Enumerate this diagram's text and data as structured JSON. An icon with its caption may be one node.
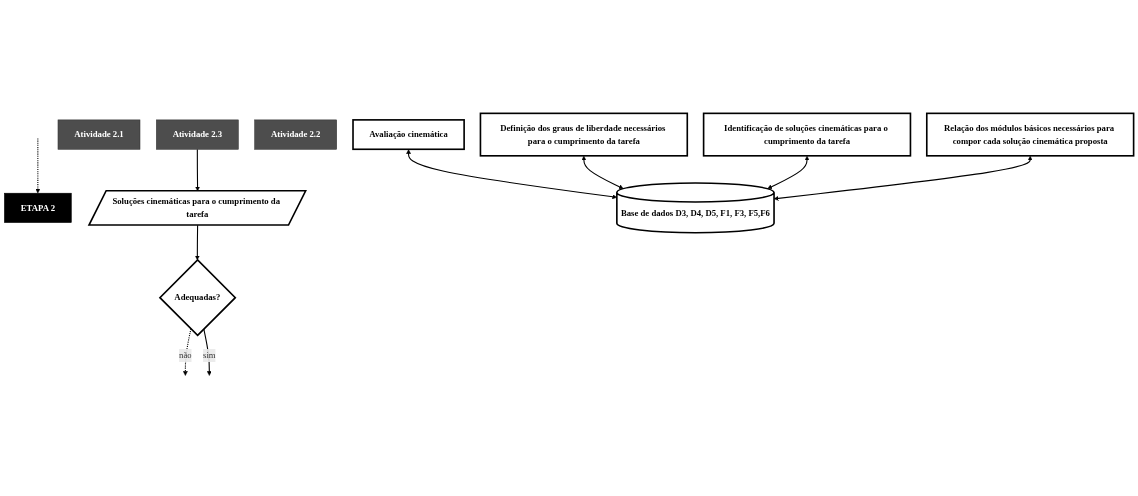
{
  "diagram": {
    "nodes": [
      {
        "text": [
          "ETAPA 2"
        ]
      },
      {
        "text": [
          "Avaliação cinemática"
        ]
      },
      {
        "text": [
          "Atividade 2.1"
        ]
      },
      {
        "text": [
          "Definição dos graus de liberdade necessários para o cumprimento da tarefa"
        ]
      },
      {
        "text": [
          "Atividade 2.2"
        ]
      },
      {
        "text": [
          "Identificação de soluções cinemáticas para o cumprimento da tarefa"
        ]
      },
      {
        "text": [
          "Atividade 2.3"
        ]
      },
      {
        "text": [
          "Relação dos módulos básicos necessários para compor cada solução cinemática proposta"
        ]
      },
      {
        "text": [
          "Soluções cinemáticas para o cumprimento da tarefa"
        ]
      },
      {
        "text": [
          "Adequadas?"
        ]
      },
      {
        "text": [
          "Base de dados D3, D4, D5, F1, F3, F5,F6"
        ]
      }
    ],
    "edges": [
      {
        "from": null,
        "to": 0,
        "arrow": "to",
        "style": "dashed"
      },
      {
        "from": 1,
        "to": 10,
        "arrow": "both"
      },
      {
        "from": 3,
        "to": 10,
        "arrow": "both"
      },
      {
        "from": 5,
        "to": 10,
        "arrow": "both"
      },
      {
        "from": 7,
        "to": 10,
        "arrow": "both"
      },
      {
        "from": 6,
        "to": 8,
        "arrow": "to"
      },
      {
        "from": 8,
        "to": 9,
        "arrow": "to"
      },
      {
        "from": 9,
        "to": null,
        "arrow": "to",
        "label": "não",
        "style": "dashed"
      },
      {
        "from": 9,
        "to": null,
        "arrow": "to",
        "label": "sim"
      }
    ]
  }
}
